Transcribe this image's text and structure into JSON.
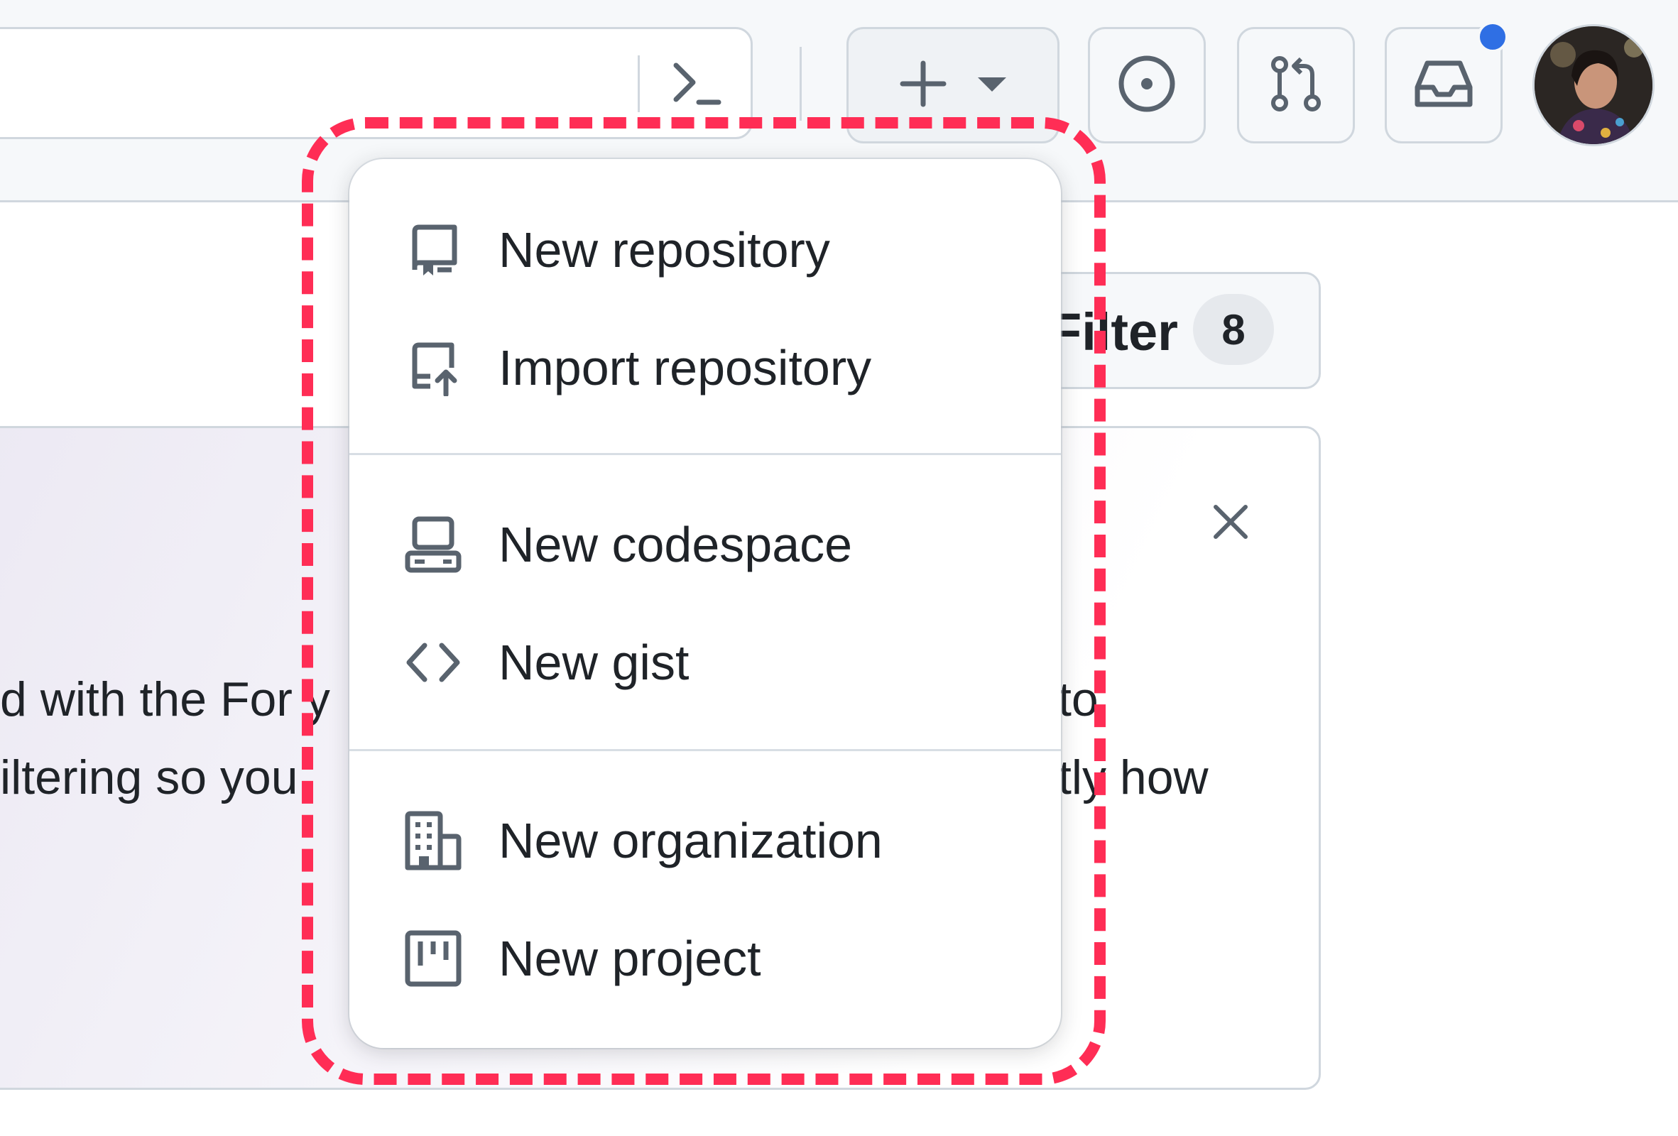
{
  "header": {
    "search_prompt_icon": "command-palette-icon",
    "create_button_icons": [
      "plus-icon",
      "triangle-down-icon"
    ],
    "issues_icon": "issue-opened-icon",
    "pulls_icon": "git-pull-request-icon",
    "inbox_icon": "inbox-icon",
    "notification_dot_color": "#2f6fe4"
  },
  "filter": {
    "label": "Filter",
    "count": "8"
  },
  "banner": {
    "line1_left": "d with the For y",
    "line2_left": "iltering so you",
    "line1_right": "to",
    "line2_right": "tly how"
  },
  "menu": {
    "items": [
      {
        "label": "New repository",
        "icon": "repo-icon"
      },
      {
        "label": "Import repository",
        "icon": "repo-push-icon"
      },
      {
        "label": "New codespace",
        "icon": "codespaces-icon"
      },
      {
        "label": "New gist",
        "icon": "code-icon"
      },
      {
        "label": "New organization",
        "icon": "organization-icon"
      },
      {
        "label": "New project",
        "icon": "project-icon"
      }
    ]
  },
  "colors": {
    "annotation": "#ff2d55",
    "text": "#1f2328",
    "muted_icon": "#59636e",
    "border": "#d0d7de"
  }
}
